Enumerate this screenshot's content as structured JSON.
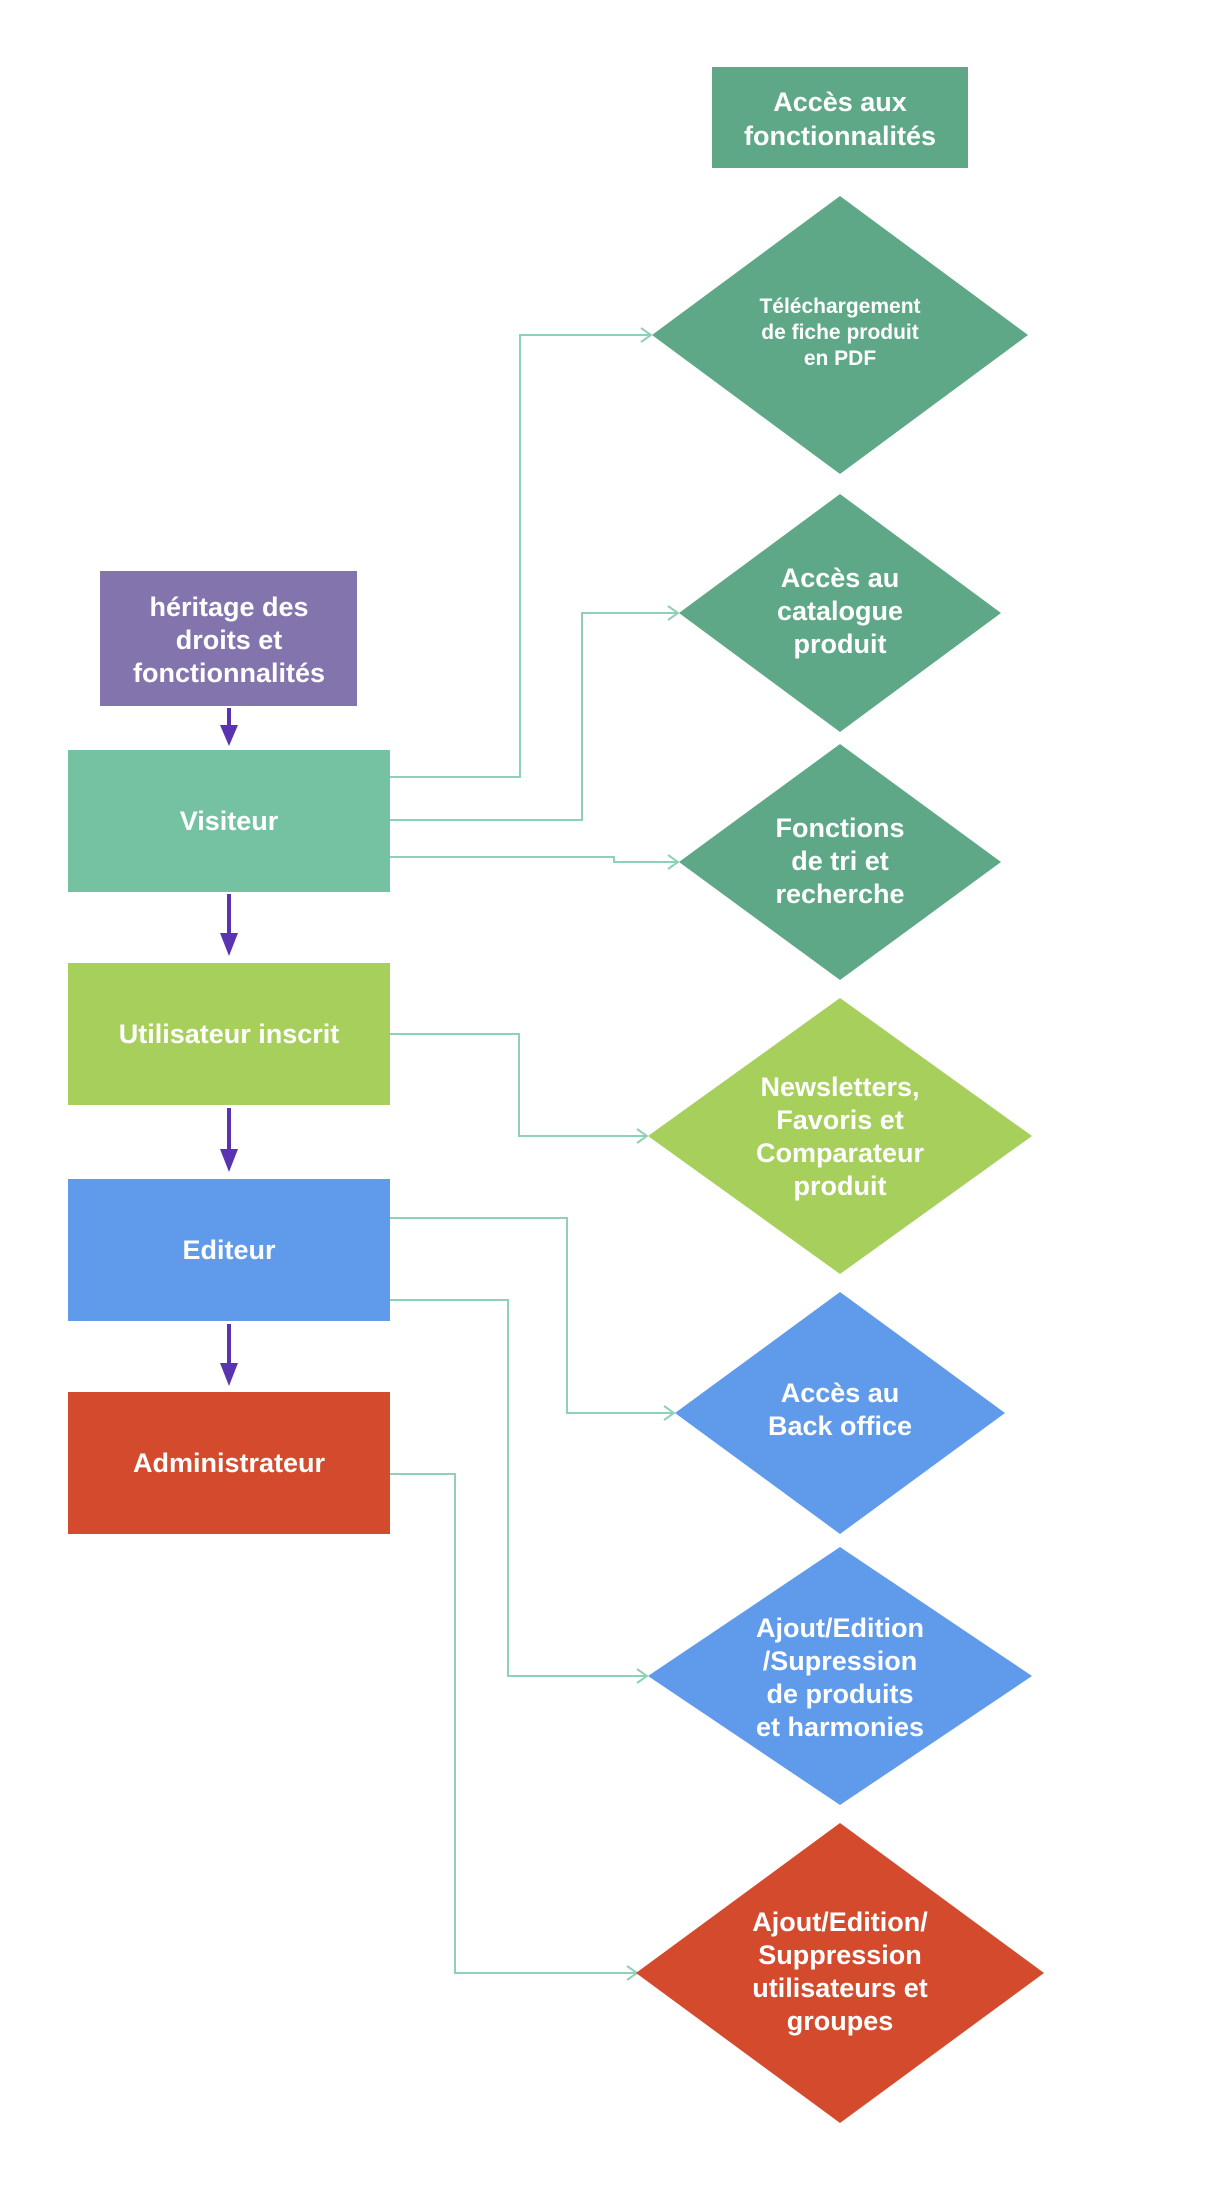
{
  "colors": {
    "background": "#ffffff",
    "header_green": "#5ea887",
    "heritage_purple": "#8474ad",
    "visiteur_teal": "#74c2a1",
    "utilisateur_green": "#a6cf5c",
    "editeur_blue": "#5f9aeb",
    "admin_red": "#d34b2c",
    "connector": "#8fd1b8",
    "inherit_arrow": "#5a33b0"
  },
  "header": {
    "lines": [
      "Accès aux",
      "fonctionnalités"
    ]
  },
  "heritage": {
    "lines": [
      "héritage des",
      "droits et",
      "fonctionnalités"
    ]
  },
  "roles": [
    {
      "id": "visiteur",
      "label": "Visiteur"
    },
    {
      "id": "utilisateur",
      "label": "Utilisateur inscrit"
    },
    {
      "id": "editeur",
      "label": "Editeur"
    },
    {
      "id": "administrateur",
      "label": "Administrateur"
    }
  ],
  "features": [
    {
      "id": "telechargement",
      "role": "visiteur",
      "lines": [
        "Téléchargement",
        "de fiche produit",
        "en PDF"
      ]
    },
    {
      "id": "catalogue",
      "role": "visiteur",
      "lines": [
        "Accès au",
        "catalogue",
        "produit"
      ]
    },
    {
      "id": "tri",
      "role": "visiteur",
      "lines": [
        "Fonctions",
        "de tri et",
        "recherche"
      ]
    },
    {
      "id": "newsletters",
      "role": "utilisateur",
      "lines": [
        "Newsletters,",
        "Favoris et",
        "Comparateur",
        "produit"
      ]
    },
    {
      "id": "backoffice",
      "role": "editeur",
      "lines": [
        "Accès au",
        "Back office"
      ]
    },
    {
      "id": "produits",
      "role": "editeur",
      "lines": [
        "Ajout/Edition",
        "/Supression",
        "de produits",
        "et harmonies"
      ]
    },
    {
      "id": "utilisateurs",
      "role": "administrateur",
      "lines": [
        "Ajout/Edition/",
        "Suppression",
        "utilisateurs et",
        "groupes"
      ]
    }
  ]
}
